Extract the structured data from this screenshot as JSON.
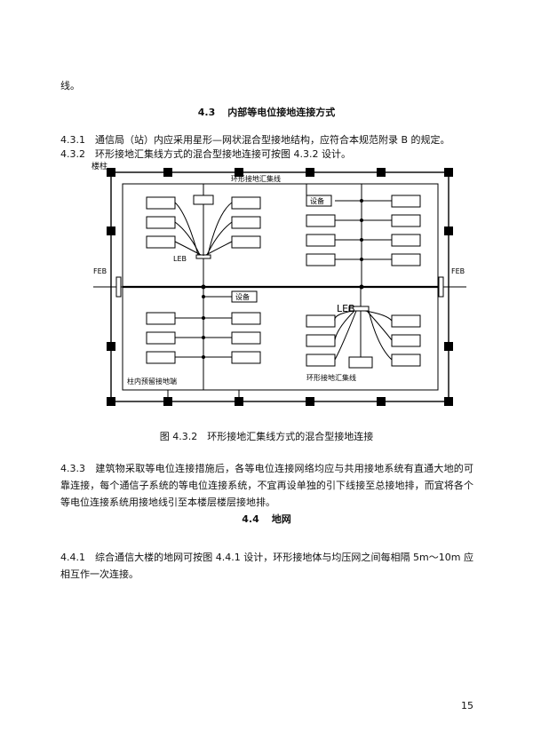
{
  "top_line": "线。",
  "section_43": {
    "num": "4.3",
    "title": "内部等电位接地连接方式"
  },
  "p431": "4.3.1　通信局（站）内应采用星形—网状混合型接地结构，应符合本规范附录 B 的规定。",
  "p432": "4.3.2　环形接地汇集线方式的混合型接地连接可按图 4.3.2 设计。",
  "diagram": {
    "label_column": "楼柱",
    "label_ring": "环形接地汇集线",
    "label_ring_bottom": "环形接地汇集线",
    "label_reserved": "柱内预留接地端",
    "label_equipment_1": "设备",
    "label_equipment_2": "设备",
    "label_leb_1": "LEB",
    "label_leb_2": "LEB",
    "label_feb_left": "FEB",
    "label_feb_right": "FEB"
  },
  "caption": "图 4.3.2　环形接地汇集线方式的混合型接地连接",
  "p433": "4.3.3　建筑物采取等电位连接措施后，各等电位连接网络均应与共用接地系统有直通大地的可靠连接，每个通信子系统的等电位连接系统，不宜再设单独的引下线接至总接地排，而宜将各个等电位连接系统用接地线引至本楼层楼层接地排。",
  "section_44": {
    "num": "4.4",
    "title": "地网"
  },
  "p441": "4.4.1　综合通信大楼的地网可按图 4.4.1 设计，环形接地体与均压网之间每相隔 5m～10m 应相互作一次连接。",
  "page_number": "15"
}
